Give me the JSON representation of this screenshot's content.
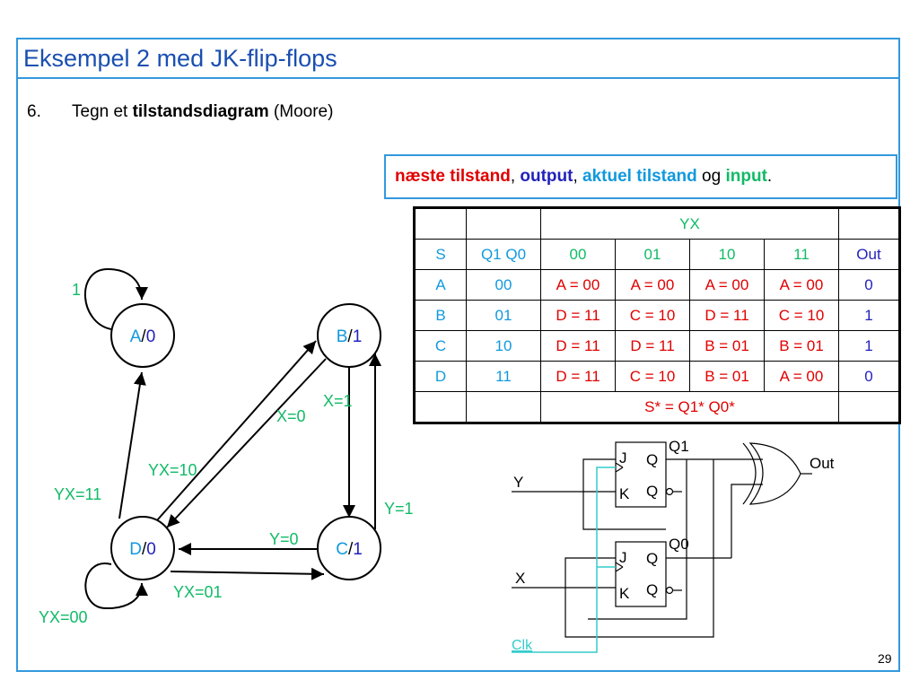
{
  "title": "Eksempel 2 med JK-flip-flops",
  "item": {
    "number": "6.",
    "text_before": "Tegn et ",
    "text_bold": "tilstandsdiagram",
    "text_after": " (Moore)"
  },
  "legend": {
    "next_state": "næste tilstand",
    "sep1": ", ",
    "output": "output",
    "sep2": ", ",
    "current_state": "aktuel tilstand",
    "sep3": " og ",
    "input": "input",
    "end": "."
  },
  "table": {
    "group_header": "YX",
    "headers": [
      "S",
      "Q1 Q0",
      "00",
      "01",
      "10",
      "11",
      "Out"
    ],
    "rows": [
      [
        "A",
        "00",
        "A = 00",
        "A = 00",
        "A = 00",
        "A = 00",
        "0"
      ],
      [
        "B",
        "01",
        "D = 11",
        "C = 10",
        "D = 11",
        "C = 10",
        "1"
      ],
      [
        "C",
        "10",
        "D = 11",
        "D = 11",
        "B = 01",
        "B = 01",
        "1"
      ],
      [
        "D",
        "11",
        "D = 11",
        "C = 10",
        "B = 01",
        "A = 00",
        "0"
      ]
    ],
    "footer": "S* = Q1* Q0*"
  },
  "states": [
    {
      "name": "A",
      "output": "0"
    },
    {
      "name": "B",
      "output": "1"
    },
    {
      "name": "C",
      "output": "1"
    },
    {
      "name": "D",
      "output": "0"
    }
  ],
  "transitions": {
    "a_loop": "1",
    "d_to_a": "YX=11",
    "b_to_d": "YX=10",
    "d_to_b": "X=0",
    "b_to_c": "X=1",
    "c_to_b": "Y=1",
    "c_to_d": "Y=0",
    "d_to_c": "YX=01",
    "d_loop": "YX=00"
  },
  "circuit": {
    "ff_top_output": "Q1",
    "ff_bottom_output": "Q0",
    "pin_j": "J",
    "pin_k": "K",
    "pin_q": "Q",
    "input_y": "Y",
    "input_x": "X",
    "clock": "Clk",
    "output": "Out"
  },
  "page_number": "29",
  "colors": {
    "frame": "#3399dd",
    "title": "#1a4fb0",
    "red": "#e00000",
    "blue": "#2222bb",
    "cyan": "#1199dd",
    "green": "#11bb66"
  }
}
